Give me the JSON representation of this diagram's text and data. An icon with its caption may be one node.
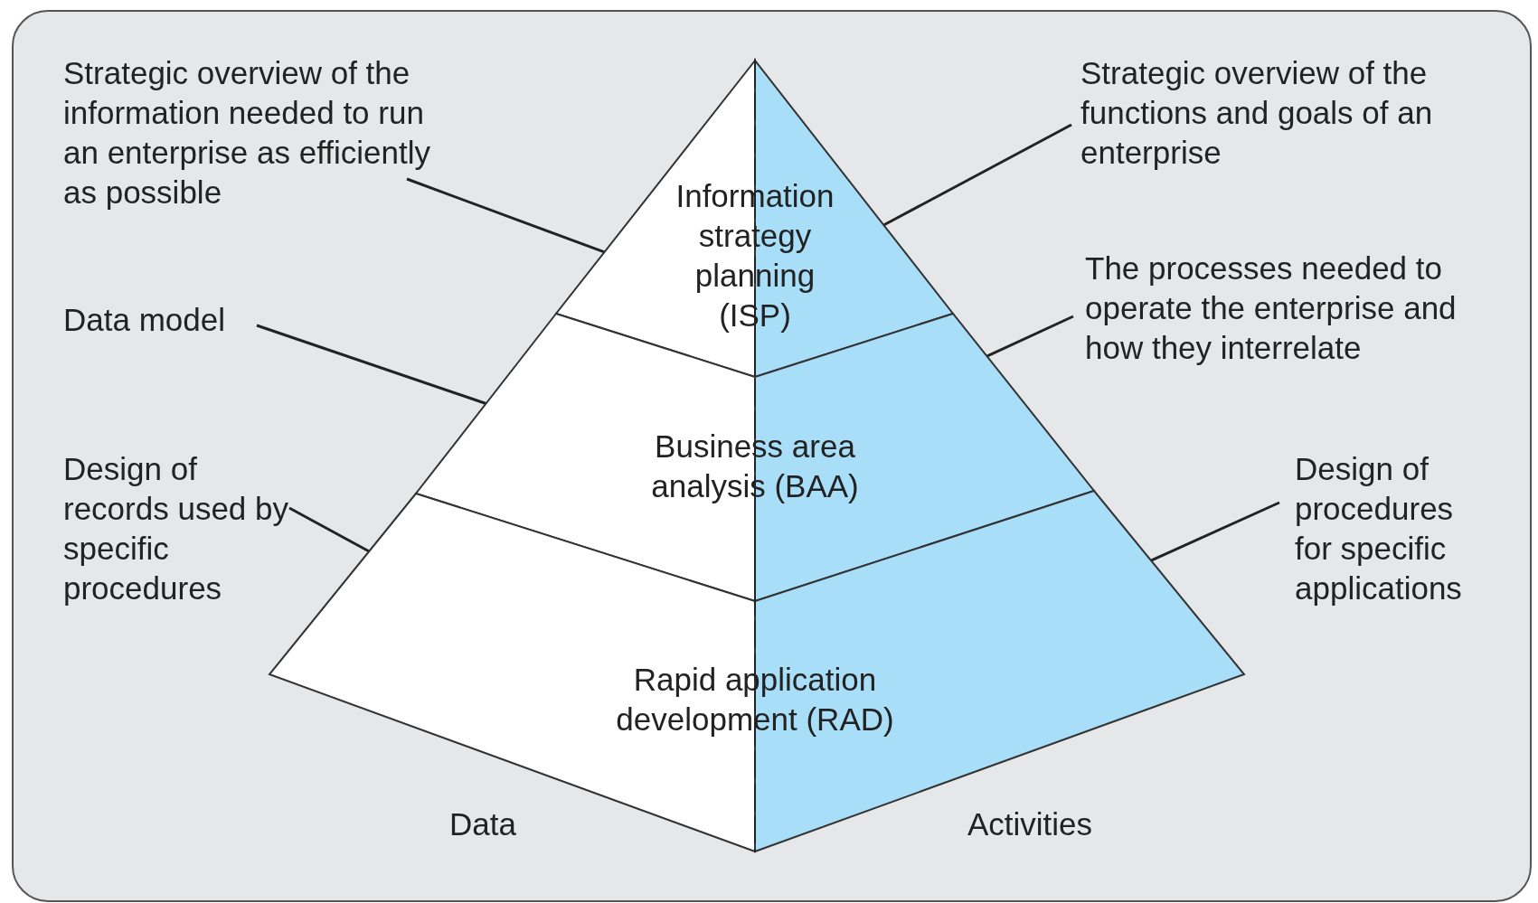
{
  "diagram": {
    "nodes": [
      {
        "text": [
          "Information strategy planning (ISP)"
        ]
      },
      {
        "text": [
          "Business area analysis (BAA)"
        ]
      },
      {
        "text": [
          "Rapid application development (RAD)"
        ]
      },
      {
        "text": [
          "Strategic overview of the information needed to run an enterprise as efficiently as possible"
        ]
      },
      {
        "text": [
          "Data model"
        ]
      },
      {
        "text": [
          "Design of records used by specific procedures"
        ]
      },
      {
        "text": [
          "Strategic overview of the functions and goals of an enterprise"
        ]
      },
      {
        "text": [
          "The processes needed to operate the enterprise and how they interrelate"
        ]
      },
      {
        "text": [
          "Design of procedures for specific applications"
        ]
      }
    ],
    "edges": [
      {
        "from": 3,
        "to": 0,
        "arrow": "none"
      },
      {
        "from": 4,
        "to": 1,
        "arrow": "none"
      },
      {
        "from": 5,
        "to": 2,
        "arrow": "none"
      },
      {
        "from": 6,
        "to": 0,
        "arrow": "none"
      },
      {
        "from": 7,
        "to": 1,
        "arrow": "none"
      },
      {
        "from": 8,
        "to": 2,
        "arrow": "none"
      }
    ],
    "labels": [
      "Data",
      "Activities"
    ]
  }
}
